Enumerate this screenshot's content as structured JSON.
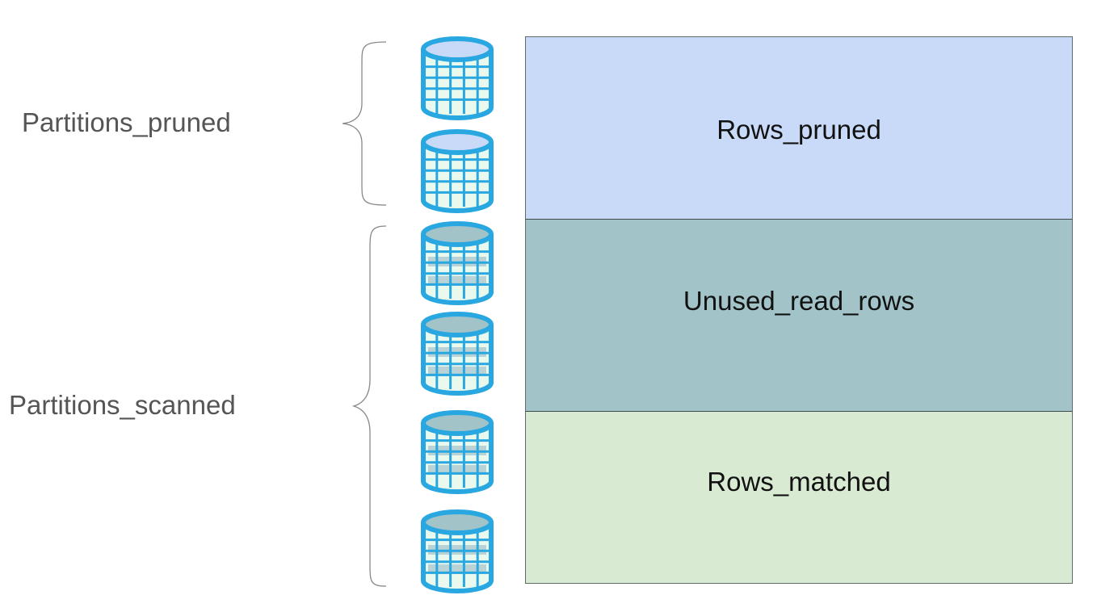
{
  "partition_labels": {
    "pruned": "Partitions_pruned",
    "scanned": "Partitions_scanned"
  },
  "row_bands": [
    {
      "label": "Rows_pruned",
      "color": "#c9daf8"
    },
    {
      "label": "Unused_read_rows",
      "color": "#a2c4c9"
    },
    {
      "label": "Rows_matched",
      "color": "#d9ead3"
    }
  ],
  "partitions": {
    "pruned_count": 2,
    "scanned_count": 4,
    "icon": "database-cylinder-icon",
    "pruned_top_color": "#c9daf8",
    "scanned_top_color": "#a2c4c9",
    "body_color": "#eaf9ee",
    "outline_color": "#29a7e0"
  },
  "colors": {
    "label_text": "#555555",
    "band_text": "#111111",
    "brace": "#888888"
  }
}
